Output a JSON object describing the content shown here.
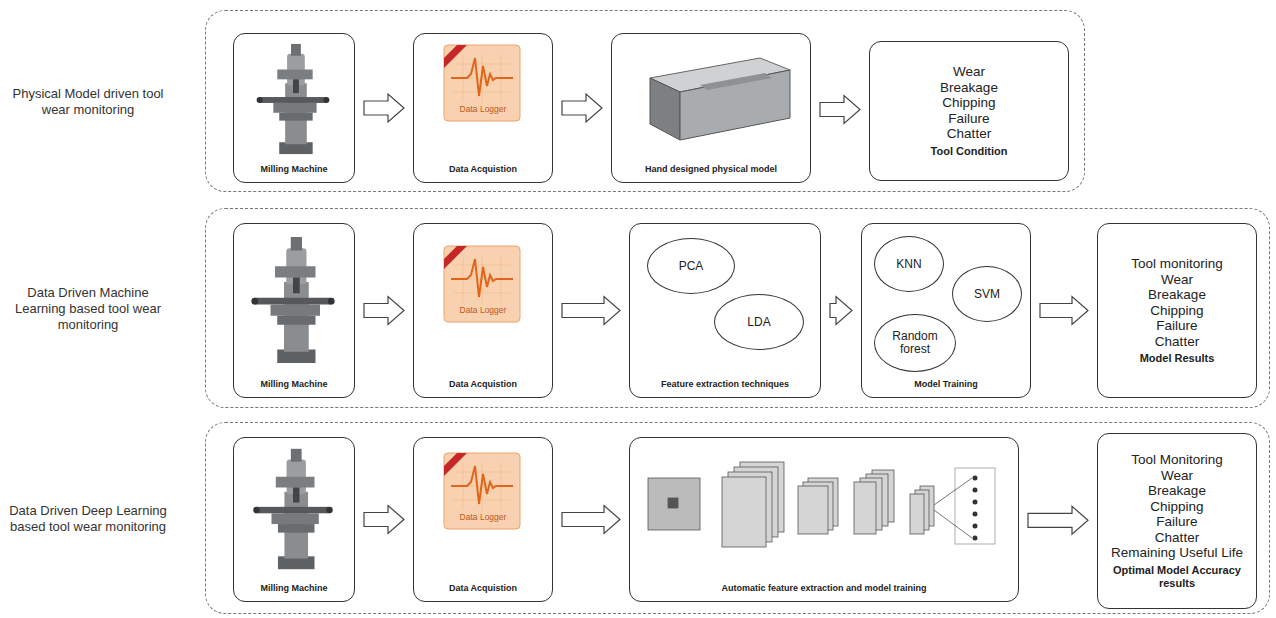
{
  "diagram": {
    "nodes": [
      {
        "text": [
          "Physical Model driven tool wear monitoring"
        ]
      },
      {
        "text": [
          "Milling Machine"
        ],
        "in": 0
      },
      {
        "text": [
          "Data Logger",
          "Data Acquistion"
        ],
        "in": 0
      },
      {
        "text": [
          "Hand designed physical model"
        ],
        "in": 0
      },
      {
        "text": [
          "Wear",
          "Breakage",
          "Chipping",
          "Failure",
          "Chatter",
          "Tool Condition"
        ],
        "in": 0
      },
      {
        "text": [
          "Data Driven Machine Learning based tool wear monitoring"
        ]
      },
      {
        "text": [
          "Milling Machine"
        ],
        "in": 5
      },
      {
        "text": [
          "Data Logger",
          "Data Acquistion"
        ],
        "in": 5
      },
      {
        "text": [
          "Feature extraction techniques"
        ],
        "in": 5
      },
      {
        "text": [
          "PCA"
        ],
        "in": 8
      },
      {
        "text": [
          "LDA"
        ],
        "in": 8
      },
      {
        "text": [
          "Model Training"
        ],
        "in": 5
      },
      {
        "text": [
          "KNN"
        ],
        "in": 11
      },
      {
        "text": [
          "SVM"
        ],
        "in": 11
      },
      {
        "text": [
          "Random forest"
        ],
        "in": 11
      },
      {
        "text": [
          "Tool monitoring",
          "Wear",
          "Breakage",
          "Chipping",
          "Failure",
          "Chatter",
          "Model Results"
        ],
        "in": 5
      },
      {
        "text": [
          "Data Driven Deep Learning based tool wear monitoring"
        ]
      },
      {
        "text": [
          "Milling Machine"
        ],
        "in": 16
      },
      {
        "text": [
          "Data Logger",
          "Data Acquistion"
        ],
        "in": 16
      },
      {
        "text": [
          "Automatic feature extraction and model training"
        ],
        "in": 16
      },
      {
        "text": [
          "Tool Monitoring",
          "Wear",
          "Breakage",
          "Chipping",
          "Failure",
          "Chatter",
          "Remaining Useful Life",
          "Optimal Model Accuracy results"
        ],
        "in": 16
      }
    ],
    "edges": [
      {
        "from": 1,
        "to": 2,
        "arrow": "to"
      },
      {
        "from": 2,
        "to": 3,
        "arrow": "to"
      },
      {
        "from": 3,
        "to": 4,
        "arrow": "to"
      },
      {
        "from": 6,
        "to": 7,
        "arrow": "to"
      },
      {
        "from": 7,
        "to": 8,
        "arrow": "to"
      },
      {
        "from": 8,
        "to": 11,
        "arrow": "to"
      },
      {
        "from": 11,
        "to": 15,
        "arrow": "to"
      },
      {
        "from": 17,
        "to": 18,
        "arrow": "to"
      },
      {
        "from": 18,
        "to": 19,
        "arrow": "to"
      },
      {
        "from": 19,
        "to": 20,
        "arrow": "to"
      }
    ]
  }
}
